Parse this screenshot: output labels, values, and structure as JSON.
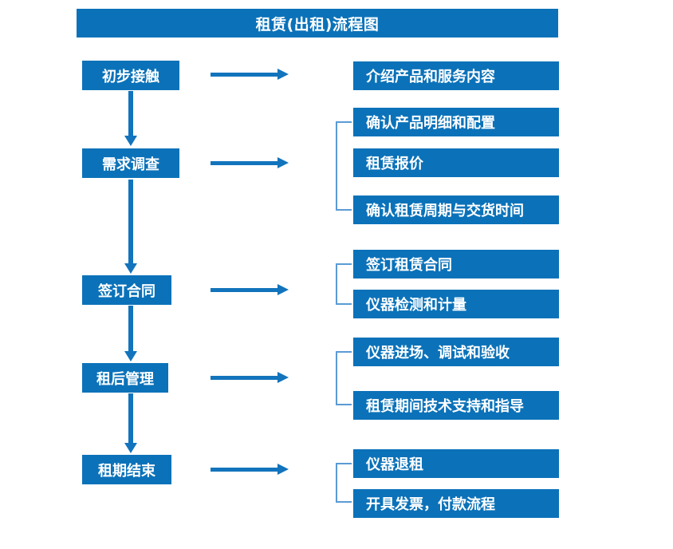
{
  "diagram": {
    "title": "租赁(出租)流程图",
    "colors": {
      "box_blue": "#0b72b9",
      "arrow_blue": "#1274bc",
      "bracket_blue": "#5b9bd5",
      "text_white": "#ffffff",
      "background": "#ffffff"
    },
    "stages": [
      {
        "label": "初步接触"
      },
      {
        "label": "需求调查"
      },
      {
        "label": "签订合同"
      },
      {
        "label": "租后管理"
      },
      {
        "label": "租期结束"
      }
    ],
    "tasks": [
      {
        "label": "介绍产品和服务内容",
        "stage": 0
      },
      {
        "label": "确认产品明细和配置",
        "stage": 1
      },
      {
        "label": "租赁报价",
        "stage": 1
      },
      {
        "label": "确认租赁周期与交货时间",
        "stage": 1
      },
      {
        "label": "签订租赁合同",
        "stage": 2
      },
      {
        "label": "仪器检测和计量",
        "stage": 2
      },
      {
        "label": "仪器进场、调试和验收",
        "stage": 3
      },
      {
        "label": "租赁期间技术支持和指导",
        "stage": 3
      },
      {
        "label": "仪器退租",
        "stage": 4
      },
      {
        "label": "开具发票，付款流程",
        "stage": 4
      }
    ]
  }
}
